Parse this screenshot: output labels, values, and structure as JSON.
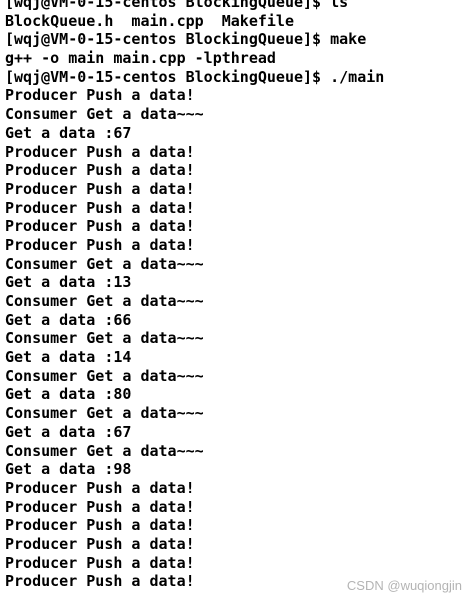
{
  "terminal": {
    "lines": [
      "[wqj@VM-0-15-centos BlockingQueue]$ ls",
      "BlockQueue.h  main.cpp  Makefile",
      "[wqj@VM-0-15-centos BlockingQueue]$ make",
      "g++ -o main main.cpp -lpthread",
      "[wqj@VM-0-15-centos BlockingQueue]$ ./main",
      "Producer Push a data!",
      "Consumer Get a data~~~",
      "Get a data :67",
      "Producer Push a data!",
      "Producer Push a data!",
      "Producer Push a data!",
      "Producer Push a data!",
      "Producer Push a data!",
      "Producer Push a data!",
      "Consumer Get a data~~~",
      "Get a data :13",
      "Consumer Get a data~~~",
      "Get a data :66",
      "Consumer Get a data~~~",
      "Get a data :14",
      "Consumer Get a data~~~",
      "Get a data :80",
      "Consumer Get a data~~~",
      "Get a data :67",
      "Consumer Get a data~~~",
      "Get a data :98",
      "Producer Push a data!",
      "Producer Push a data!",
      "Producer Push a data!",
      "Producer Push a data!",
      "Producer Push a data!",
      "Producer Push a data!"
    ]
  },
  "watermark": "CSDN @wuqiongjin"
}
